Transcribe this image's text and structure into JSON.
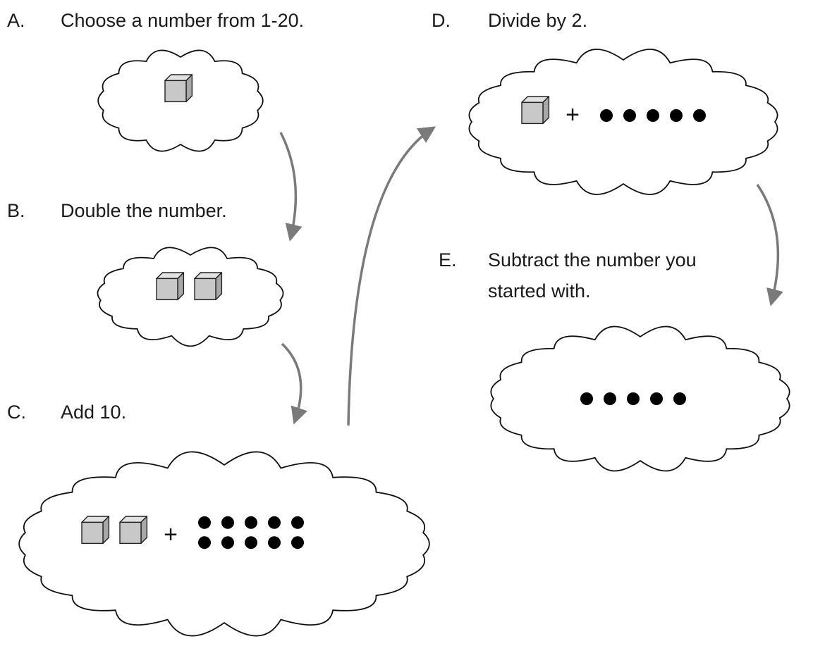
{
  "steps": [
    {
      "letter": "A.",
      "text": "Choose a number from 1-20."
    },
    {
      "letter": "B.",
      "text": "Double the number."
    },
    {
      "letter": "C.",
      "text": "Add 10."
    },
    {
      "letter": "D.",
      "text": "Divide by 2."
    },
    {
      "letter": "E.",
      "text_line1": "Subtract the number you",
      "text_line2": "started with."
    }
  ],
  "clouds": [
    {
      "step": "A",
      "cubes": 1,
      "plus": false,
      "dots": 0
    },
    {
      "step": "B",
      "cubes": 2,
      "plus": false,
      "dots": 0
    },
    {
      "step": "C",
      "cubes": 2,
      "plus": true,
      "dots": 10
    },
    {
      "step": "D",
      "cubes": 1,
      "plus": true,
      "dots": 5
    },
    {
      "step": "E",
      "cubes": 0,
      "plus": false,
      "dots": 5
    }
  ],
  "plus_sign": "+",
  "colors": {
    "cube_fill": "#c8c8c8",
    "cube_top": "#e2e2e2",
    "cube_side": "#a8a8a8",
    "arrow": "#7a7a7a",
    "dot": "#000000",
    "cloud_stroke": "#111111"
  }
}
